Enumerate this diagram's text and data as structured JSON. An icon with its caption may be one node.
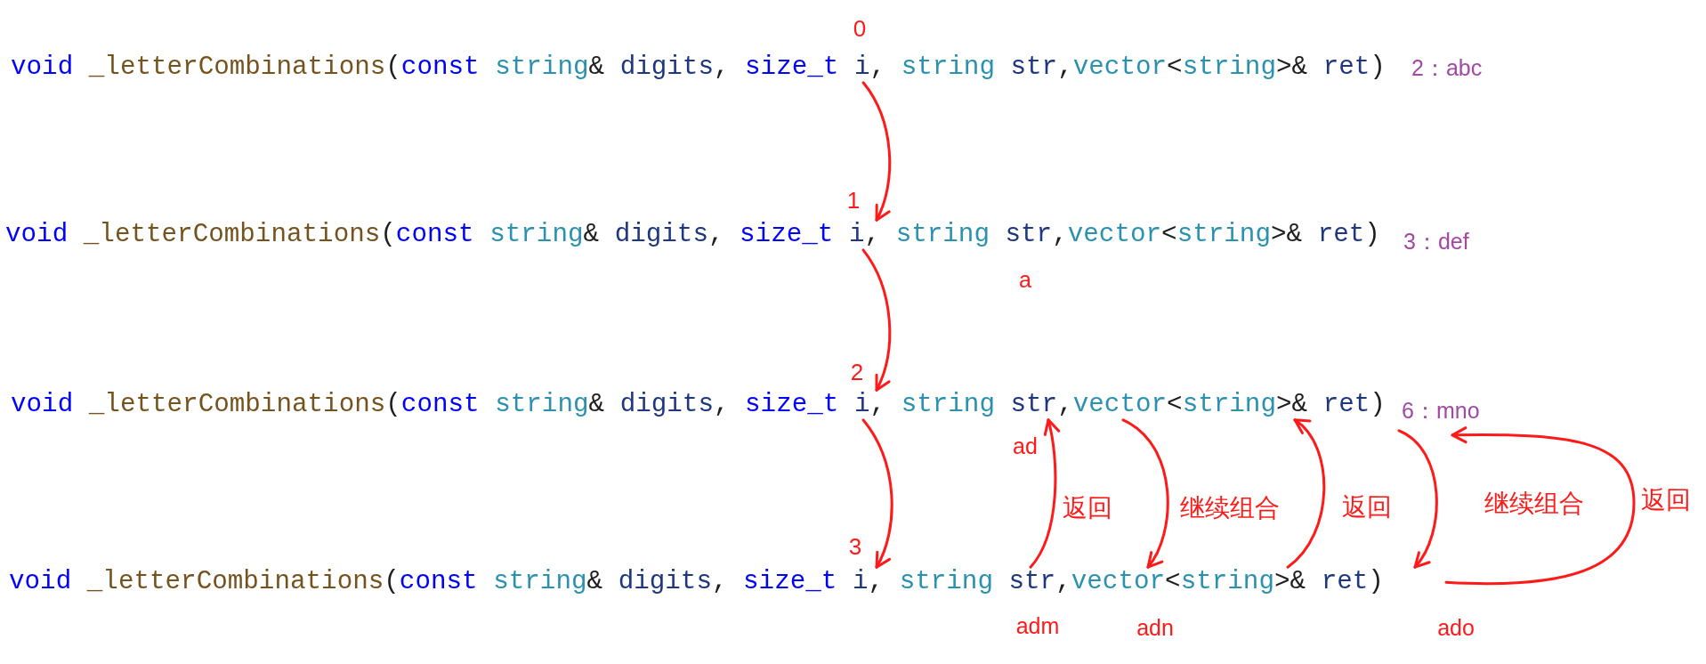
{
  "diagram": {
    "nodes": [
      {
        "text": [
          "void _letterCombinations(const string& digits, size_t i, string str,vector<string>& ret)"
        ],
        "beside": [
          "0",
          "2：abc"
        ]
      },
      {
        "text": [
          "void _letterCombinations(const string& digits, size_t i, string str,vector<string>& ret)"
        ],
        "beside": [
          "1",
          "3：def",
          "a"
        ]
      },
      {
        "text": [
          "void _letterCombinations(const string& digits, size_t i, string str,vector<string>& ret)"
        ],
        "beside": [
          "2",
          "6：mno",
          "ad"
        ]
      },
      {
        "text": [
          "void _letterCombinations(const string& digits, size_t i, string str,vector<string>& ret)"
        ],
        "beside": [
          "3",
          "adm",
          "adn",
          "ado"
        ]
      }
    ],
    "edges": [
      {
        "from": 0,
        "to": 1,
        "arrow": "to"
      },
      {
        "from": 1,
        "to": 2,
        "arrow": "to"
      },
      {
        "from": 2,
        "to": 3,
        "arrow": "to"
      },
      {
        "from": 3,
        "to": 2,
        "arrow": "to",
        "label": "返回"
      },
      {
        "from": 2,
        "to": 3,
        "arrow": "to",
        "label": "继续组合"
      },
      {
        "from": 3,
        "to": 2,
        "arrow": "to",
        "label": "返回"
      },
      {
        "from": 2,
        "to": 3,
        "arrow": "to",
        "label": "继续组合"
      },
      {
        "from": 3,
        "to": 2,
        "arrow": "to",
        "label": "返回"
      }
    ]
  }
}
